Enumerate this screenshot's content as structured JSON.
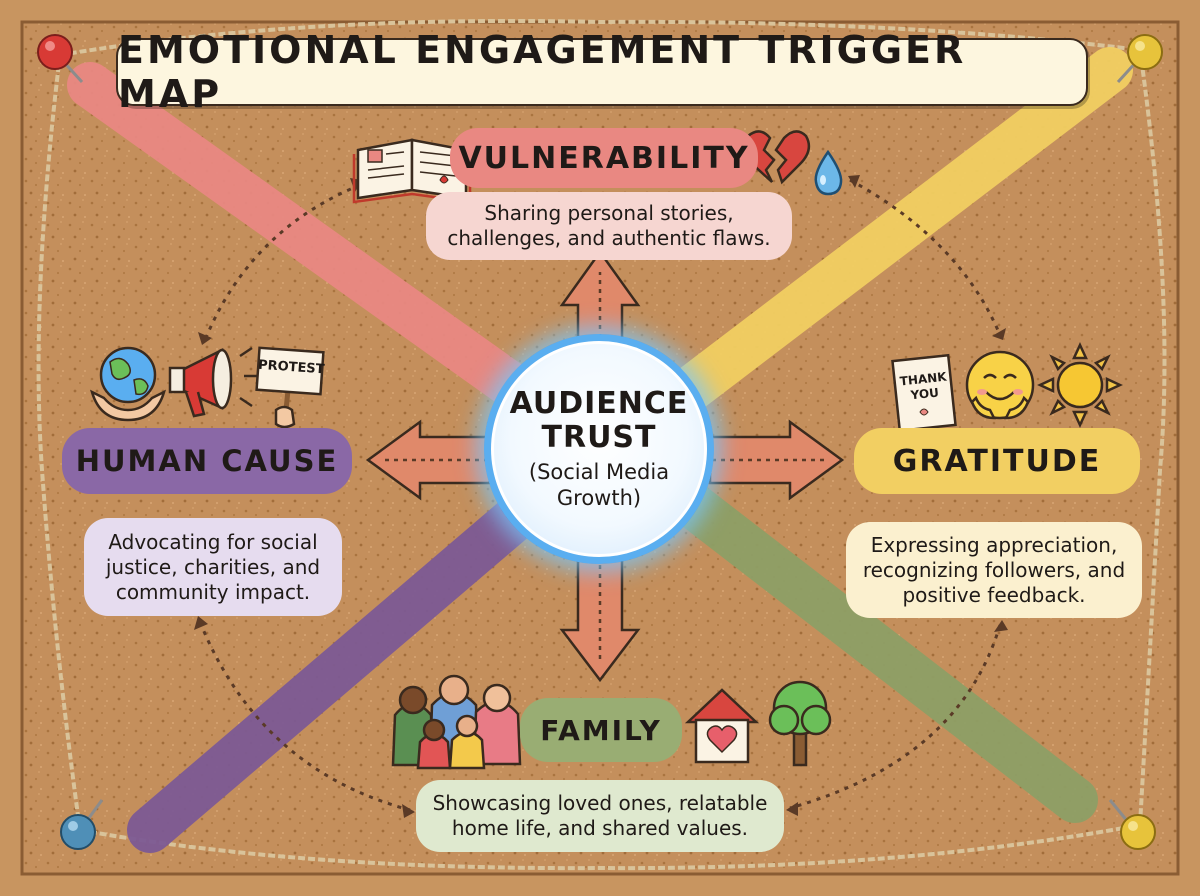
{
  "title": "EMOTIONAL ENGAGEMENT TRIGGER MAP",
  "center": {
    "title": "AUDIENCE\nTRUST",
    "subtitle": "(Social Media\nGrowth)"
  },
  "triggers": {
    "vulnerability": {
      "label": "VULNERABILITY",
      "description": "Sharing personal stories,\nchallenges, and authentic flaws.",
      "color": "#ec7f7c"
    },
    "human_cause": {
      "label": "HUMAN CAUSE",
      "description": "Advocating for social\njustice, charities, and\ncommunity impact.",
      "color": "#8a68a6"
    },
    "gratitude": {
      "label": "GRATITUDE",
      "description": "Expressing appreciation,\nrecognizing followers, and\npositive feedback.",
      "color": "#f2cf62"
    },
    "family": {
      "label": "FAMILY",
      "description": "Showcasing loved ones, relatable\nhome life, and shared values.",
      "color": "#99ad73"
    }
  },
  "illustrations": {
    "protest_sign": "PROTEST",
    "thank_you_card": "THANK\nYOU",
    "icons": [
      "open-book-icon",
      "broken-heart-icon",
      "water-drop-icon",
      "globe-in-hands-icon",
      "megaphone-icon",
      "protest-sign-icon",
      "thank-you-card-icon",
      "smiley-hug-icon",
      "sun-icon",
      "family-group-icon",
      "house-heart-icon",
      "tree-icon"
    ]
  },
  "colors": {
    "cork": "#c48f5c",
    "frame": "#c89560",
    "arrow": "#e0896a",
    "center_ring": "#5aaef0",
    "pin_red": "#d83a35",
    "pin_yellow": "#e7c33b",
    "pin_blue": "#4f8fb7"
  }
}
